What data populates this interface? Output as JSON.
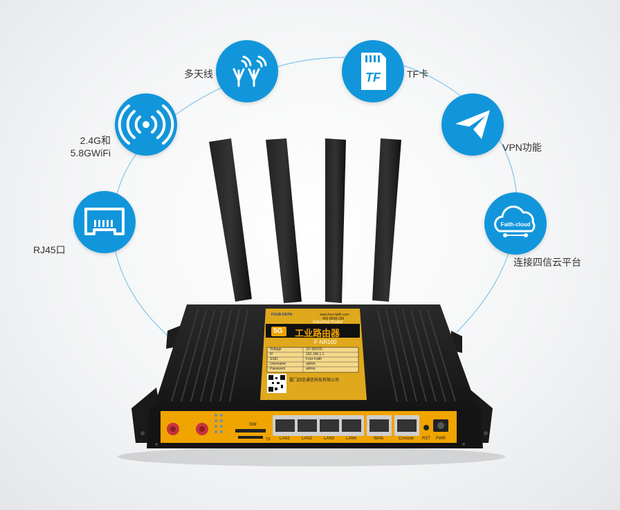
{
  "features": [
    {
      "id": "multi-antenna",
      "label": "多天线",
      "icon": "antenna-icon"
    },
    {
      "id": "tf-card",
      "label": "TF卡",
      "icon": "tf-card-icon",
      "icon_text": "TF"
    },
    {
      "id": "wifi",
      "label_lines": [
        "2.4G和",
        "5.8GWiFi"
      ],
      "icon": "wifi-signal-icon"
    },
    {
      "id": "vpn",
      "label": "VPN功能",
      "icon": "paper-plane-icon"
    },
    {
      "id": "rj45",
      "label": "RJ45口",
      "icon": "ethernet-port-icon"
    },
    {
      "id": "cloud",
      "label": "连接四信云平台",
      "icon": "cloud-icon",
      "icon_text": "Faith-cloud"
    }
  ],
  "router": {
    "sticker": {
      "brand": "FOUR-FAITH",
      "url": "www.four-faith.com",
      "phone": "400-8838-199",
      "subtitle": "Industrial Router",
      "badge": "5G",
      "title": "工业路由器",
      "model": "F-NR100",
      "specs": [
        {
          "k": "Voltage",
          "v": "12~36VDC"
        },
        {
          "k": "IP",
          "v": "192.168.1.1"
        },
        {
          "k": "SSID",
          "v": "Four-Faith"
        },
        {
          "k": "Username",
          "v": "admin"
        },
        {
          "k": "Password",
          "v": "admin"
        }
      ],
      "company": "厦门四信通信科技有限公司"
    },
    "ports": {
      "lan": [
        "LAN1",
        "LAN2",
        "LAN3",
        "LAN4"
      ],
      "wan": "WAN",
      "console": "Console",
      "rst": "RST",
      "pwr": "PWR",
      "tf": "TF",
      "sim": "SIM"
    }
  },
  "colors": {
    "icon_blue": "#1296db",
    "panel_orange": "#f0a400",
    "sticker_gold": "#e0a81c"
  }
}
